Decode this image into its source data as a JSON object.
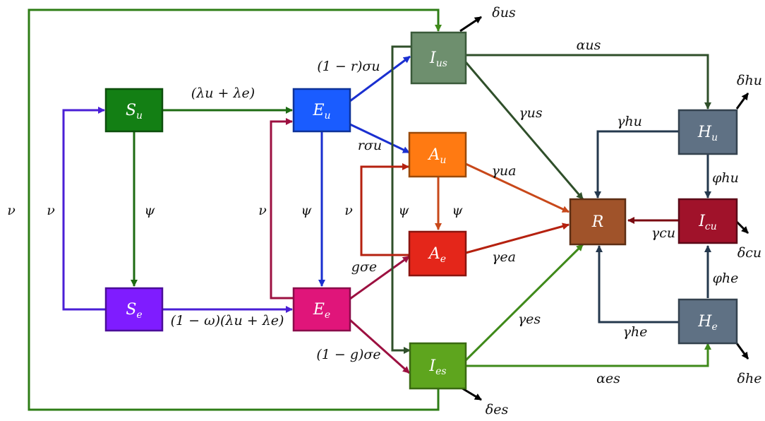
{
  "nodes": {
    "Su": {
      "label": "Su",
      "sub": "u",
      "fill": "#137f14",
      "stroke": "#0d4f0d"
    },
    "Se": {
      "label": "Se",
      "sub": "e",
      "fill": "#7f1cff",
      "stroke": "#4b0e99"
    },
    "Eu": {
      "label": "Eu",
      "sub": "u",
      "fill": "#1a5cff",
      "stroke": "#0e3399"
    },
    "Ee": {
      "label": "Ee",
      "sub": "e",
      "fill": "#e0157a",
      "stroke": "#8a0d4a"
    },
    "Ius": {
      "label": "Ius",
      "sub": "us",
      "fill": "#6e8f6e",
      "stroke": "#3a5a3a"
    },
    "Au": {
      "label": "Au",
      "sub": "u",
      "fill": "#ff7a12",
      "stroke": "#9a4a0a"
    },
    "Ae": {
      "label": "Ae",
      "sub": "e",
      "fill": "#e4261a",
      "stroke": "#8a1510"
    },
    "Ies": {
      "label": "Ies",
      "sub": "es",
      "fill": "#5ea51e",
      "stroke": "#3a6a12"
    },
    "R": {
      "label": "R",
      "sub": "",
      "fill": "#a0532a",
      "stroke": "#5c2e14"
    },
    "Hu": {
      "label": "Hu",
      "sub": "u",
      "fill": "#5f7184",
      "stroke": "#34424f"
    },
    "Icu": {
      "label": "Icu",
      "sub": "cu",
      "fill": "#a0122a",
      "stroke": "#5c0a18"
    },
    "He": {
      "label": "He",
      "sub": "e",
      "fill": "#5f7184",
      "stroke": "#34424f"
    }
  },
  "edge_labels": {
    "lam": "(λu + λe)",
    "oneomega": "(1 − ω)(λu + λe)",
    "psi": "ψ",
    "nu": "ν",
    "oneminusr": "(1 − r)σu",
    "rsigma": "rσu",
    "gsigma": "gσe",
    "oneminusg": "(1 − g)σe",
    "alpha_us": "αus",
    "alpha_es": "αes",
    "gamma_us": "γus",
    "gamma_ua": "γua",
    "gamma_ea": "γea",
    "gamma_es": "γes",
    "gamma_hu": "γhu",
    "gamma_he": "γhe",
    "gamma_cu": "γcu",
    "phi_hu": "φhu",
    "phi_he": "φhe",
    "delta_us": "δus",
    "delta_es": "δes",
    "delta_hu": "δhu",
    "delta_he": "δhe",
    "delta_cu": "δcu"
  },
  "colors": {
    "green": "#1d6b12",
    "darkgreen": "#2f4f2a",
    "blue": "#1a2fd0",
    "purple": "#4a1fd6",
    "crimson": "#9c1040",
    "red": "#b5210f",
    "slate": "#24384d",
    "darkred": "#7a0a10",
    "black": "#000000",
    "brightgreen": "#3f8a1a",
    "orange": "#c8481a"
  }
}
